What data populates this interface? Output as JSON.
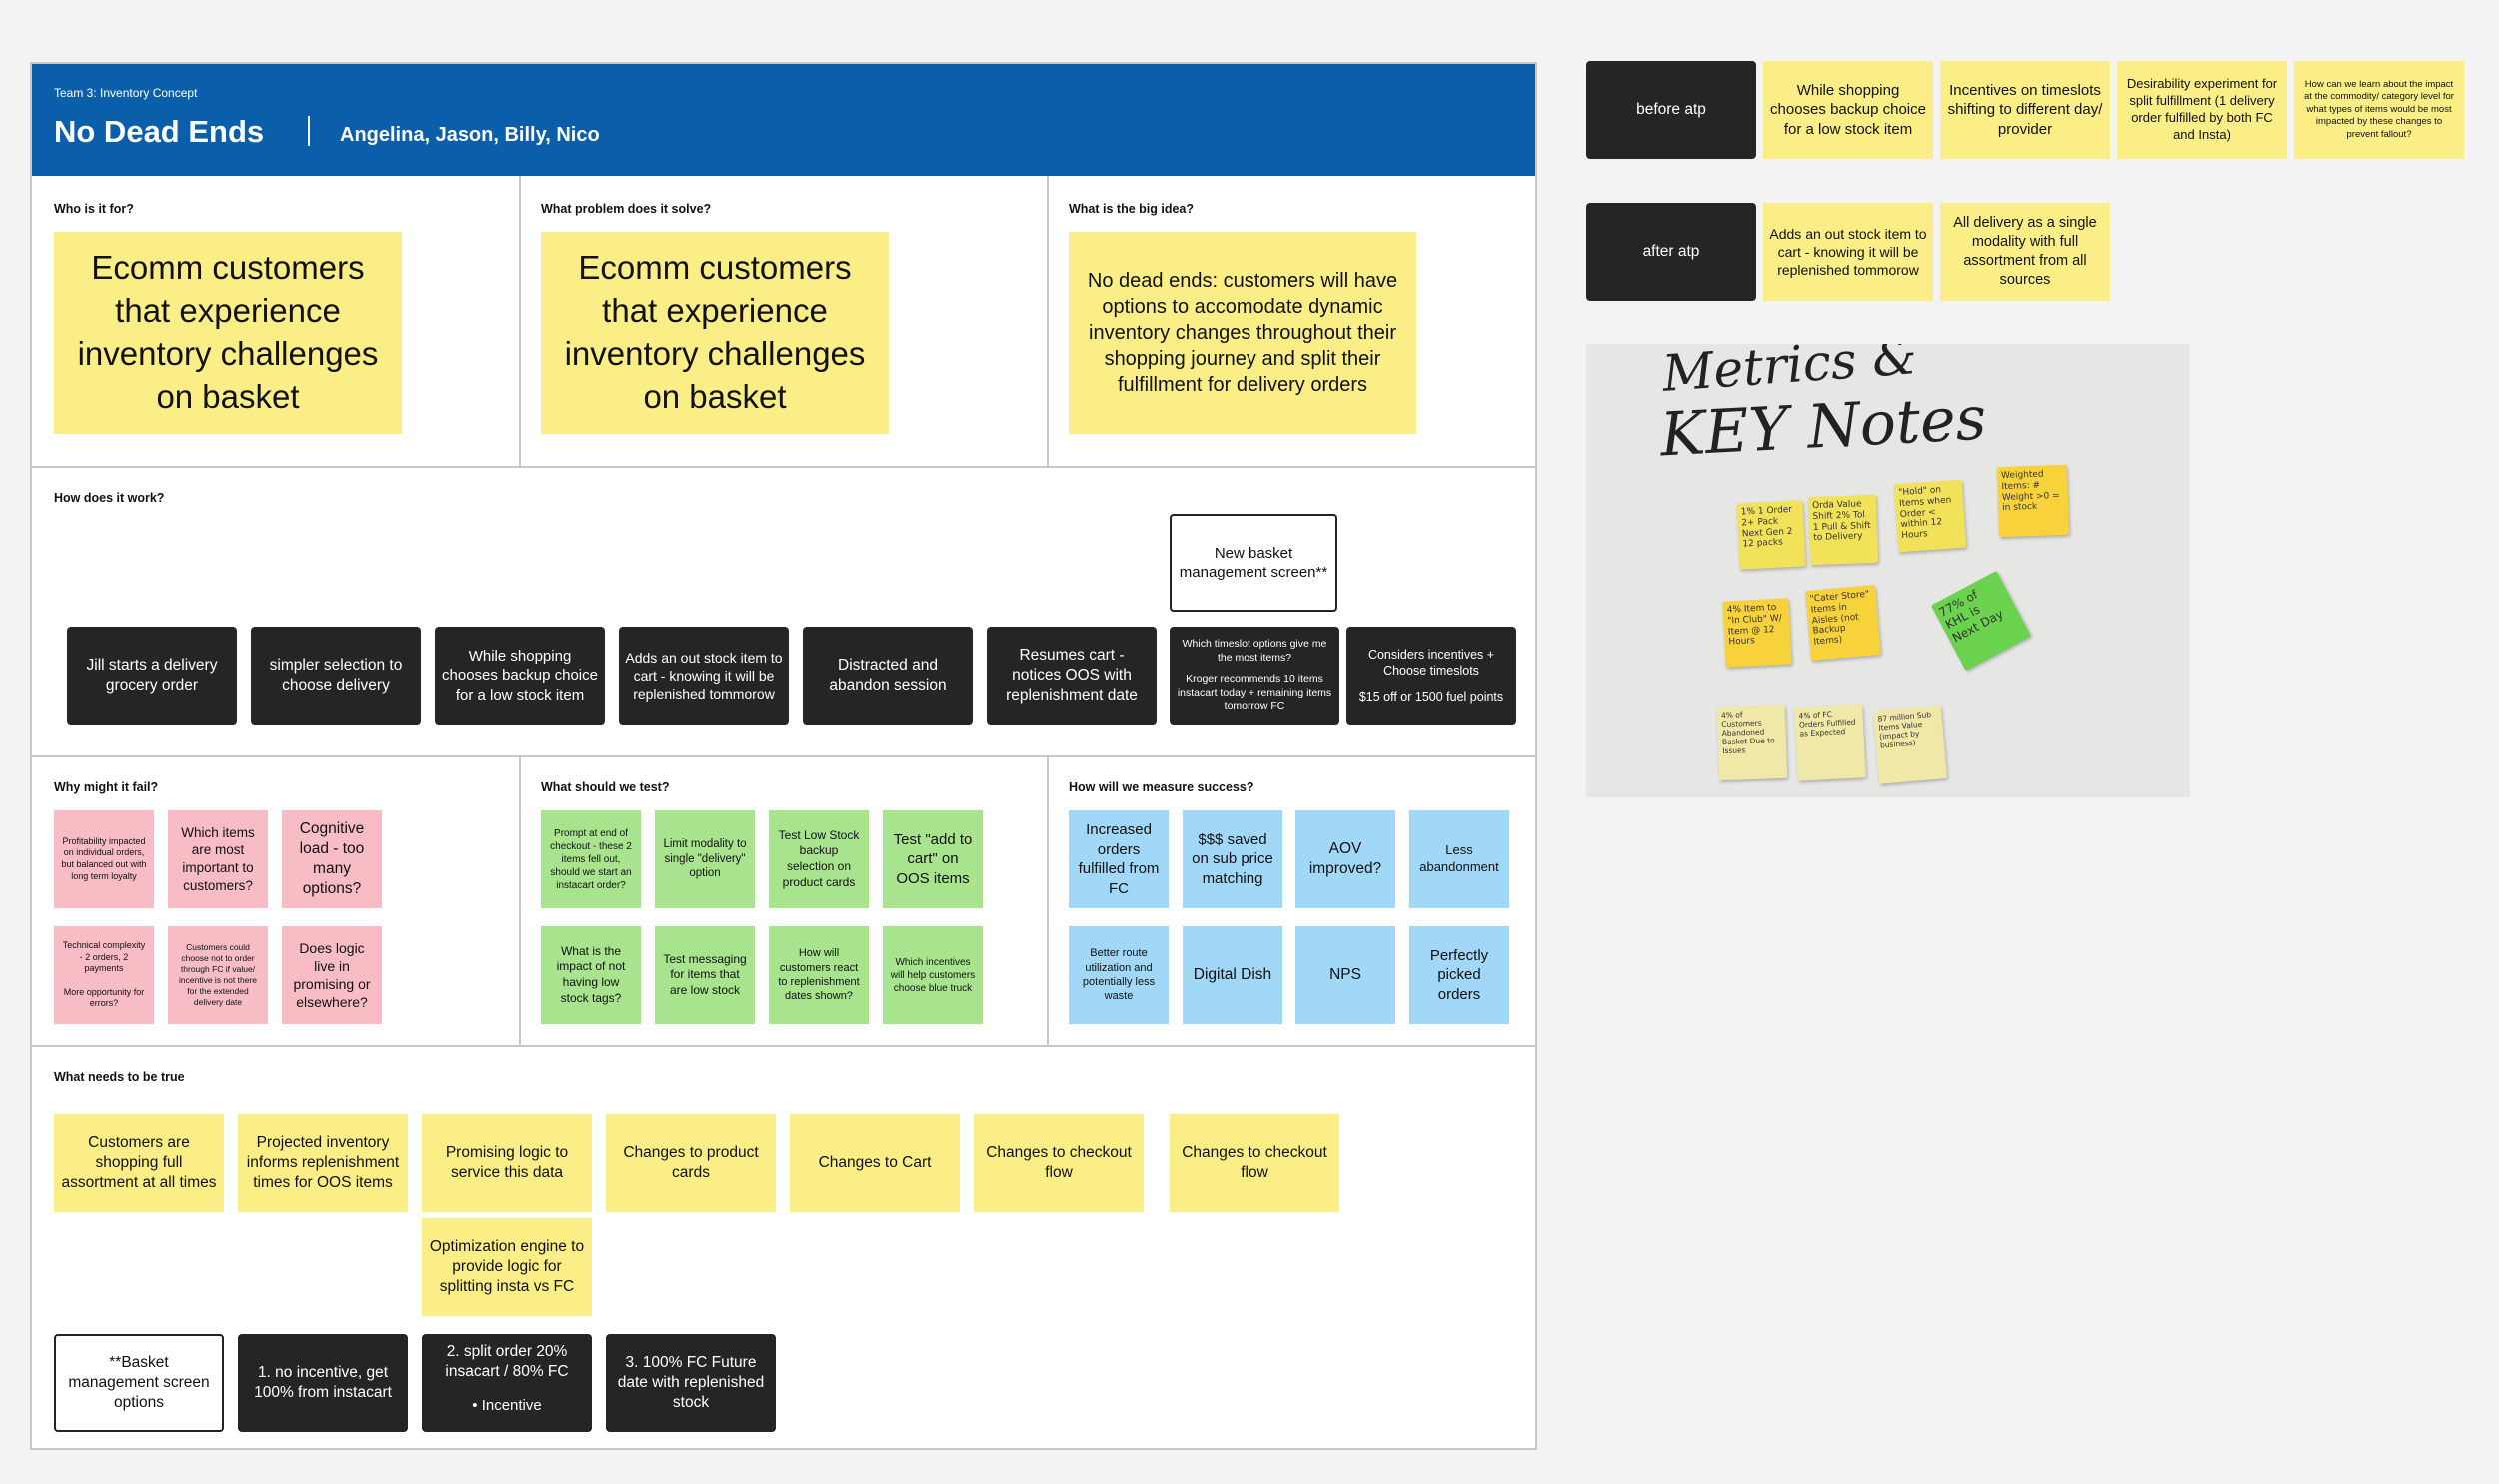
{
  "header": {
    "team": "Team 3: Inventory Concept",
    "title": "No Dead Ends",
    "names": "Angelina, Jason, Billy, Nico"
  },
  "sections": {
    "who": {
      "label": "Who is it for?",
      "note": "Ecomm customers that experience inventory challenges on basket"
    },
    "problem": {
      "label": "What problem does it solve?",
      "note": "Ecomm customers that experience inventory challenges on basket"
    },
    "idea": {
      "label": "What is the big idea?",
      "note": "No dead ends: customers will have options to accomodate dynamic inventory changes throughout their shopping journey and split their fulfillment for delivery orders"
    },
    "how": {
      "label": "How does it work?",
      "new_basket": "New basket management screen**",
      "steps": [
        "Jill starts a delivery grocery order",
        "simpler selection to choose delivery",
        "While shopping chooses backup choice for a low stock item",
        "Adds an out stock item to cart - knowing it will be replenished tommorow",
        "Distracted and abandon session",
        "Resumes cart - notices OOS with replenishment date"
      ],
      "step7": {
        "line1": "Which timeslot options give me the most items?",
        "line2": "Kroger recommends 10 items instacart today + remaining items tomorrow FC"
      },
      "step8": {
        "line1": "Considers incentives + Choose timeslots",
        "line2": "$15 off or 1500 fuel points"
      }
    },
    "fail": {
      "label": "Why might it fail?",
      "notes": [
        "Profitability impacted on individual orders, but balanced out with long term loyalty",
        "Which items are most important to customers?",
        "Cognitive load - too many options?",
        "Technical complexity - 2 orders, 2 payments\n\nMore opportunity for errors?",
        "Customers could choose not to order through FC if value/ incentive is not there for the extended delivery date",
        "Does logic live in promising or elsewhere?"
      ]
    },
    "test": {
      "label": "What should we test?",
      "notes": [
        "Prompt at end of checkout - these 2 items fell out, should we start an instacart order?",
        "Limit modality to single \"delivery\" option",
        "Test Low Stock backup selection on product cards",
        "Test \"add to cart\" on OOS items",
        "What is the impact of not having low stock tags?",
        "Test messaging for items that are low stock",
        "How will customers react to replenishment dates shown?",
        "Which incentives will help customers choose blue truck"
      ]
    },
    "measure": {
      "label": "How will we measure success?",
      "notes": [
        "Increased orders fulfilled from FC",
        "$$$ saved on sub price matching",
        "AOV improved?",
        "Less abandonment",
        "Better route utilization and potentially less waste",
        "Digital Dish",
        "NPS",
        "Perfectly picked orders"
      ]
    },
    "true": {
      "label": "What needs to be true",
      "notes": [
        "Customers are shopping full assortment at all times",
        "Projected inventory informs replenishment times for OOS items",
        "Promising logic to service this data",
        "Changes to product cards",
        "Changes to Cart",
        "Changes to checkout flow",
        "Changes to checkout flow"
      ],
      "optimization": "Optimization engine to provide logic for splitting insta vs FC",
      "options_title": "**Basket management screen options",
      "options": [
        {
          "text": "1. no incentive, get 100% from instacart"
        },
        {
          "text": "2. split order 20% insacart / 80% FC",
          "bullet": "Incentive"
        },
        {
          "text": "3. 100% FC Future date with replenished stock"
        }
      ]
    }
  },
  "side": {
    "before_label": "before atp",
    "before_notes": [
      "While shopping chooses backup choice for a low stock item",
      "Incentives on timeslots shifting to different day/ provider",
      "Desirability experiment for split fulfillment (1 delivery order fulfilled by both FC and Insta)",
      "How can we learn about the impact at the commodity/ category level for what types of items would be most impacted by these changes to prevent fallout?"
    ],
    "after_label": "after atp",
    "after_notes": [
      "Adds an out stock item to cart - knowing it will be replenished tommorow",
      "All delivery as a single modality with full assortment from all sources"
    ]
  },
  "photo": {
    "heading1": "Metrics &",
    "heading2": "KEY Notes",
    "notes": [
      "1% 1 Order 2+ Pack Next Gen 2 12 packs",
      "Orda Value Shift 2% Tol 1 Pull & Shift to Delivery",
      "\"Hold\" on Items when Order < within 12 Hours",
      "Weighted Items: # Weight >0 = in stock",
      "4% Item to \"In Club\" W/ Item @ 12 Hours",
      "\"Cater Store\" Items in Aisles (not Backup Items)",
      "77% of KHL is Next Day",
      "4% of Customers Abandoned Basket Due to Issues",
      "4% of FC Orders Fulfilled as Expected",
      "87 million Sub Items Value (impact by business)"
    ]
  },
  "colors": {
    "header": "#0b5faa",
    "yellow": "#fbee86",
    "pink": "#f8bcc4",
    "green": "#a8e38e",
    "blue": "#a1d7f7",
    "dark": "#252525"
  }
}
